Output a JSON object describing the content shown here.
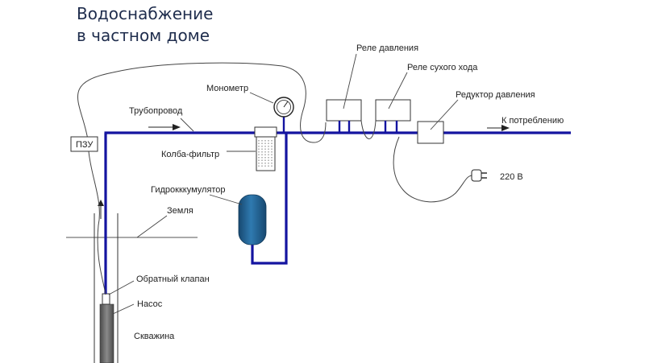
{
  "title": {
    "line1": "Водоснабжение",
    "line2": "в частном доме"
  },
  "labels": {
    "pipeline": "Трубопровод",
    "pzu": "ПЗУ",
    "manometer": "Монометр",
    "filter": "Колба-фильтр",
    "accumulator": "Гидрокккумулятор",
    "ground": "Земля",
    "check_valve": "Обратный клапан",
    "pump": "Насос",
    "well": "Скважина",
    "pressure_relay": "Реле давления",
    "dry_run_relay": "Реле сухого хода",
    "pressure_reducer": "Редуктор давления",
    "to_consumer": "К потреблению",
    "voltage": "220 В"
  },
  "colors": {
    "pipe": "#1414a0",
    "accumulator": "#1f5a86",
    "pump": "#6a6a6a",
    "title": "#1f2d4d"
  }
}
